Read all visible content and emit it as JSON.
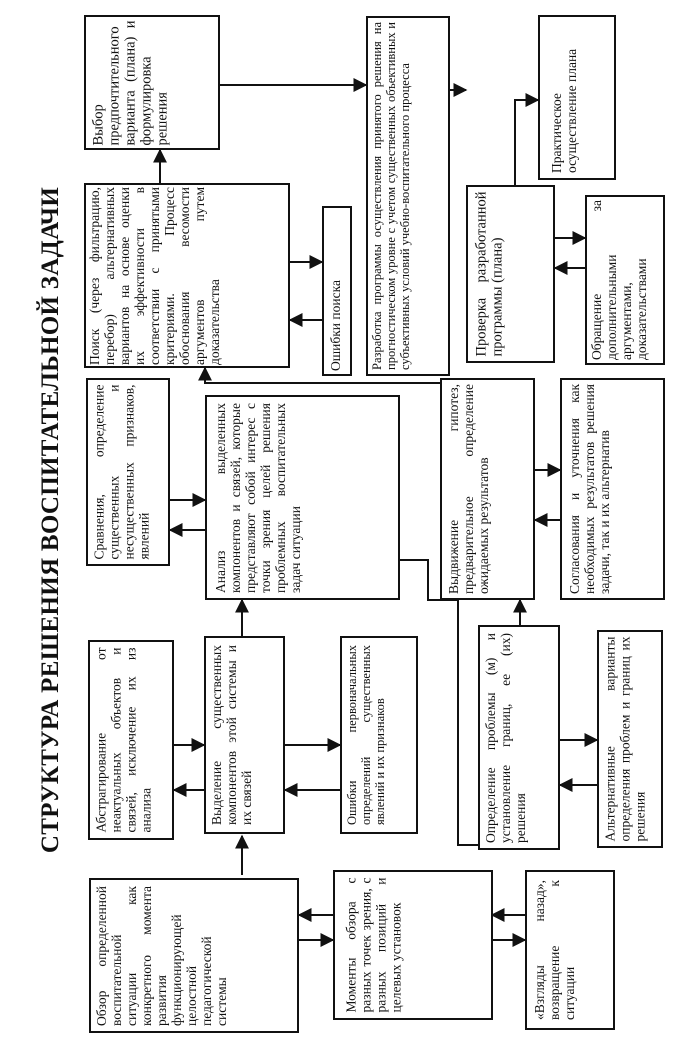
{
  "title": "СТРУКТУРА РЕШЕНИЯ ВОСПИТАТЕЛЬНОЙ ЗАДАЧИ",
  "boxes": {
    "obzor": "Обзор определенной воспитательной ситуации как конкретного момента развития функционирующей целостной педагогической системы",
    "momenty": "Моменты обзора с разных точек зрения, с разных позиций и целевых установок",
    "vzglyady": "«Взгляды назад», возвращение к ситуации",
    "abstr": "Абстрагирование от неактуальных объектов и связей, исключение их из анализа",
    "vydelenie": "Выделение существенных компонентов этой системы и их связей",
    "oshibki1": "Ошибки первоначальных определений существенных явлений и их признаков",
    "sravnenie": "Сравнения, определение существенных и несущественных признаков, явлений",
    "analiz": "Анализ выделенных компонентов и связей, которые представляют собой интерес с точки зрения целей решения проблемных воспитательных задач ситуации",
    "opredelenie": "Определение проблемы (м) и установление границ, ее (их) решения",
    "alternativ": "Альтернативные варианты определения проблем и границ их решения",
    "vydvizhenie": "Выдвижение гипотез, предварительное определение ожидаемых результатов",
    "soglasovanie": "Согласования и уточнения как необходимых результатов решения задачи, так и их альтернатив",
    "poisk": "Поиск (через фильтрацию, перебор) альтернативных вариантов на основе оценки их эффективности в соответствии с принятыми критериями. Процесс обоснования весомости аргументов путем доказательства",
    "oshibki_poiska": "Ошибки поиска",
    "razrabotka": "Разработка программы осуществления принятого решения на прогностическом уровне с учетом существенных объективных и субъективных условий учебно-воспитательного процесса",
    "proverka": "Проверка разработанной программы (плана)",
    "obraschenie": "Обращение за дополнительными аргументами, доказательствами",
    "vybor": "Выбор предпочтительного варианта (плана) и формулировка решения",
    "prakticheskoe": "Практическое осуществление плана"
  }
}
